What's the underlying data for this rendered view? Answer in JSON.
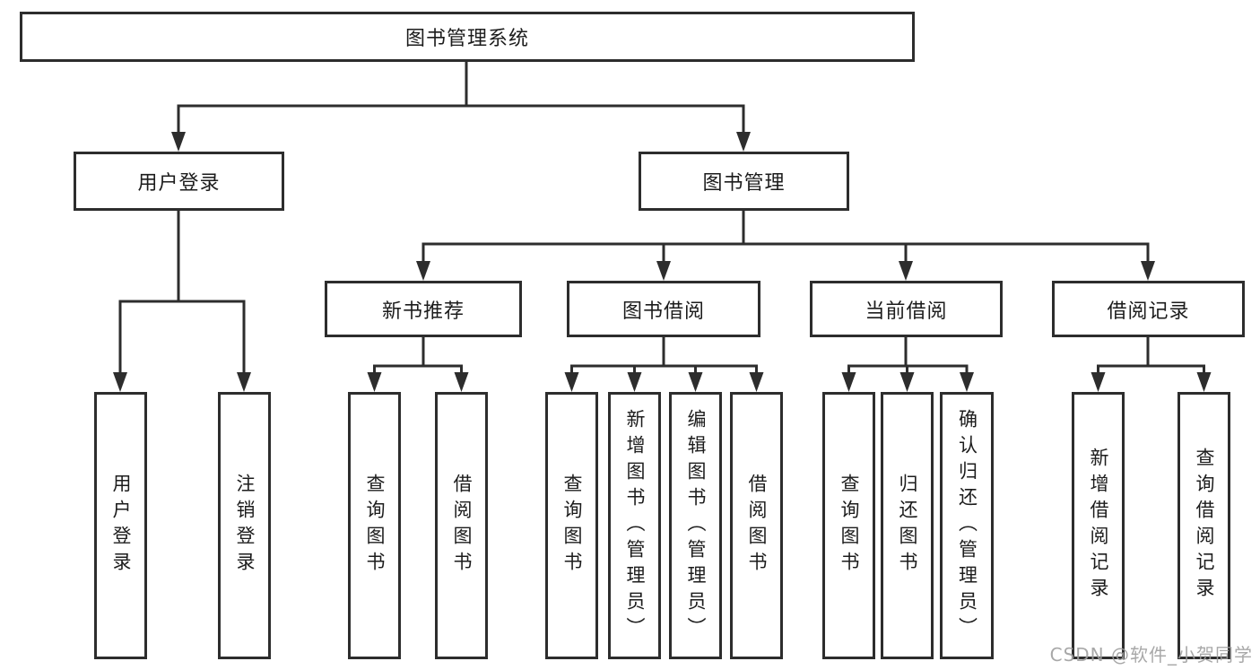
{
  "diagram": {
    "title": "图书管理系统",
    "root": {
      "label": "图书管理系统",
      "children": [
        {
          "label": "用户登录",
          "children": [
            {
              "label": "用户登录"
            },
            {
              "label": "注销登录"
            }
          ]
        },
        {
          "label": "图书管理",
          "children": [
            {
              "label": "新书推荐",
              "children": [
                {
                  "label": "查询图书"
                },
                {
                  "label": "借阅图书"
                }
              ]
            },
            {
              "label": "图书借阅",
              "children": [
                {
                  "label": "查询图书"
                },
                {
                  "label": "新增图书（管理员）"
                },
                {
                  "label": "编辑图书（管理员）"
                },
                {
                  "label": "借阅图书"
                }
              ]
            },
            {
              "label": "当前借阅",
              "children": [
                {
                  "label": "查询图书"
                },
                {
                  "label": "归还图书"
                },
                {
                  "label": "确认归还（管理员）"
                }
              ]
            },
            {
              "label": "借阅记录",
              "children": [
                {
                  "label": "新增借阅记录"
                },
                {
                  "label": "查询借阅记录"
                }
              ]
            }
          ]
        }
      ]
    }
  },
  "watermark": {
    "text": "CSDN @软件_小贺同学"
  },
  "colors": {
    "line": "#2d2d2d",
    "box_border": "#2d2d2d",
    "text": "#1c1c1c",
    "watermark": "#9f9f9f",
    "background": "#ffffff"
  }
}
